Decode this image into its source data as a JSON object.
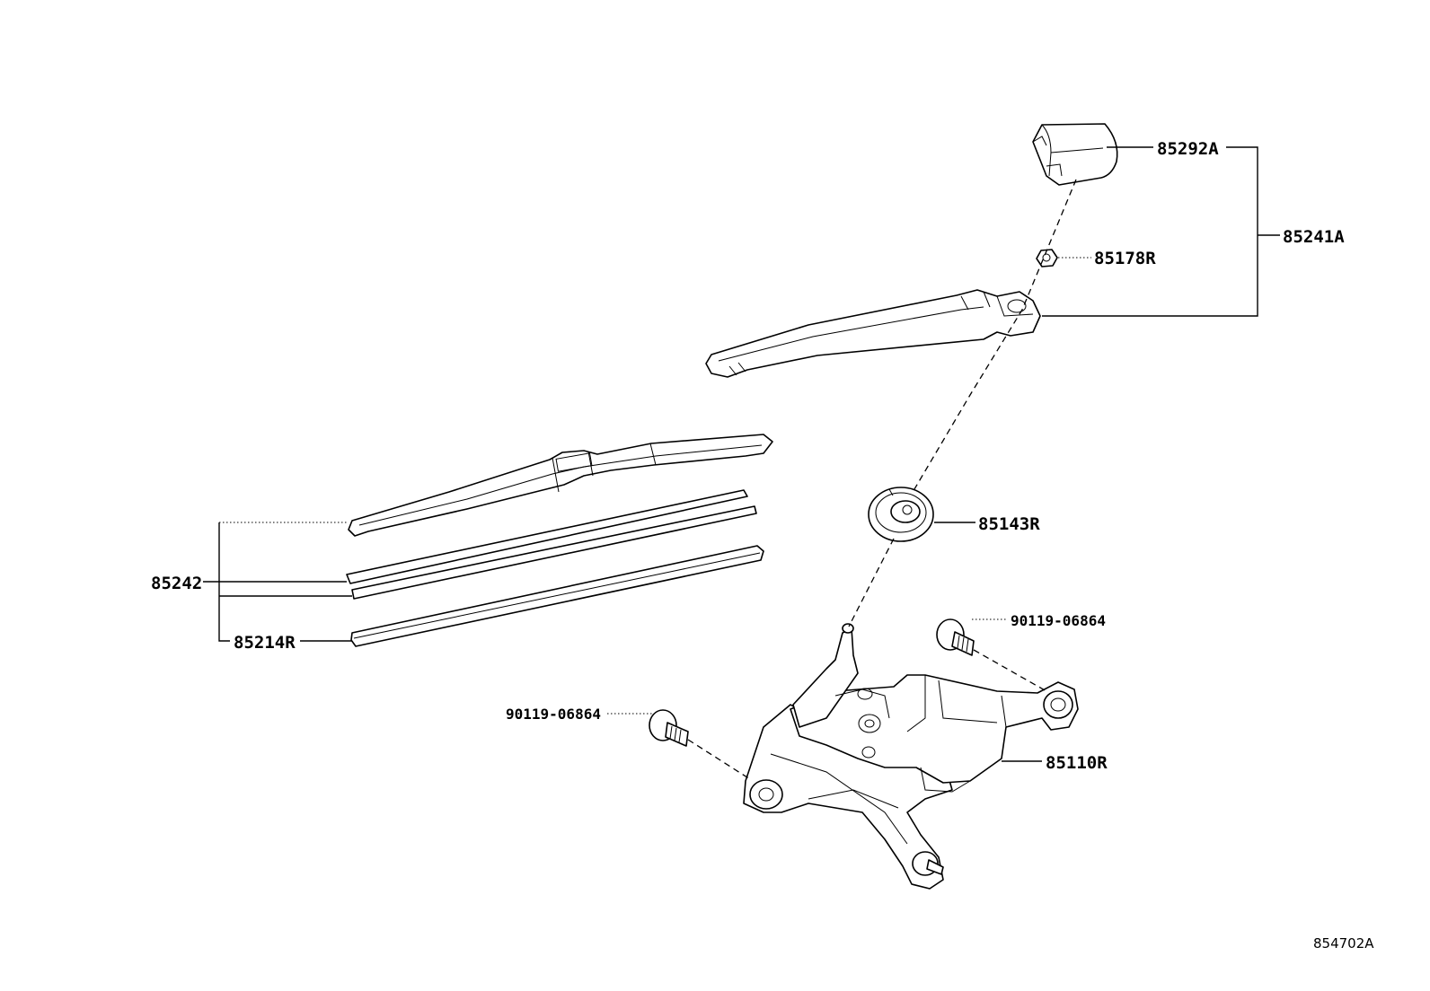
{
  "diagram": {
    "callouts": {
      "arm_cap": "85292A",
      "arm_assy": "85241A",
      "nut": "85178R",
      "grommet": "85143R",
      "blade_assy": "85242",
      "blade_rubber": "85214R",
      "bolt_upper": "90119-06864",
      "bolt_lower": "90119-06864",
      "motor": "85110R"
    },
    "figure_ref": "854702A"
  }
}
